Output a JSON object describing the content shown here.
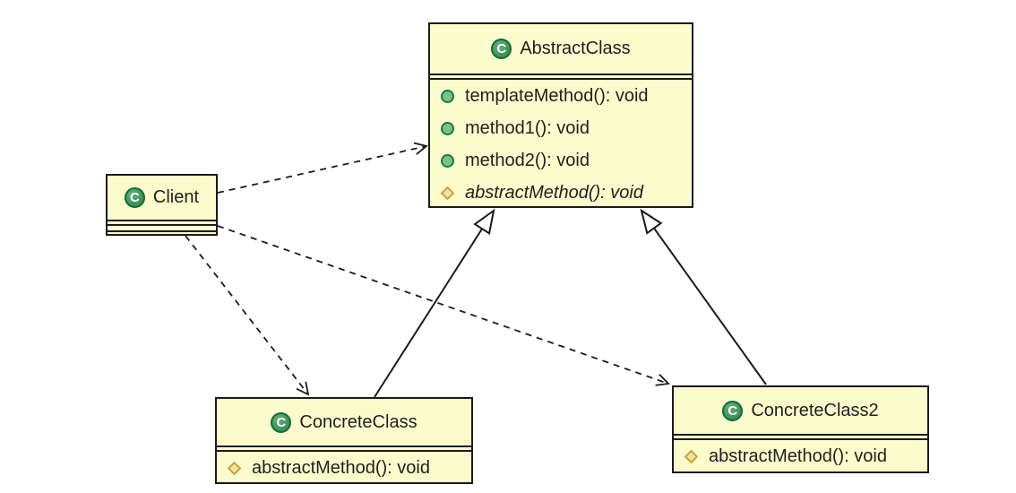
{
  "diagram_type": "uml-class-diagram",
  "pattern": "Template Method",
  "colors": {
    "box_fill": "#FBFBCC",
    "border": "#1B1B1B",
    "public_icon_fill": "#84BE84",
    "public_icon_stroke": "#078048",
    "protected_icon_fill": "#F8E3A2",
    "protected_icon_stroke": "#C9A23F",
    "class_icon_fill": "#2F8449",
    "class_icon_ring": "#0D6E37"
  },
  "classes": {
    "client": {
      "name": "Client",
      "icon_letter": "C",
      "methods": []
    },
    "abstract": {
      "name": "AbstractClass",
      "icon_letter": "C",
      "methods": [
        {
          "visibility": "public",
          "label": "templateMethod(): void",
          "abstract": false
        },
        {
          "visibility": "public",
          "label": "method1(): void",
          "abstract": false
        },
        {
          "visibility": "public",
          "label": "method2(): void",
          "abstract": false
        },
        {
          "visibility": "protected",
          "label": "abstractMethod(): void",
          "abstract": true
        }
      ]
    },
    "concrete1": {
      "name": "ConcreteClass",
      "icon_letter": "C",
      "methods": [
        {
          "visibility": "protected",
          "label": "abstractMethod(): void",
          "abstract": false
        }
      ]
    },
    "concrete2": {
      "name": "ConcreteClass2",
      "icon_letter": "C",
      "methods": [
        {
          "visibility": "protected",
          "label": "abstractMethod(): void",
          "abstract": false
        }
      ]
    }
  },
  "relations": [
    {
      "from": "Client",
      "to": "AbstractClass",
      "type": "dependency-dashed-arrow"
    },
    {
      "from": "Client",
      "to": "ConcreteClass",
      "type": "dependency-dashed-arrow"
    },
    {
      "from": "Client",
      "to": "ConcreteClass2",
      "type": "dependency-dashed-arrow"
    },
    {
      "from": "ConcreteClass",
      "to": "AbstractClass",
      "type": "inheritance-hollow-triangle"
    },
    {
      "from": "ConcreteClass2",
      "to": "AbstractClass",
      "type": "inheritance-hollow-triangle"
    }
  ]
}
